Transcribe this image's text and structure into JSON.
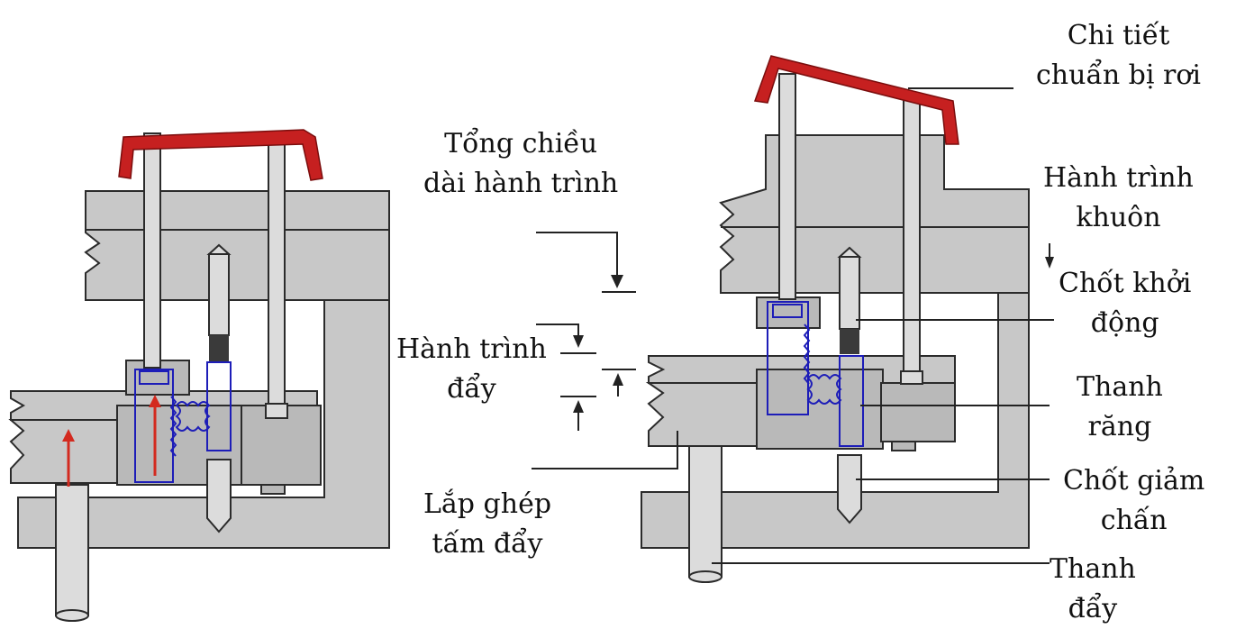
{
  "labels": {
    "falling_part": [
      "Chi tiết",
      "chuẩn bị rơi"
    ],
    "total_stroke": [
      "Tổng chiều",
      "dài hành trình"
    ],
    "mold_stroke": [
      "Hành trình",
      "khuôn"
    ],
    "start_pin": [
      "Chốt khởi",
      "động"
    ],
    "eject_stroke": [
      "Hành trình",
      "đẩy"
    ],
    "rack": [
      "Thanh",
      "răng"
    ],
    "damper_pin": [
      "Chốt giảm",
      "chấn"
    ],
    "plate_assembly": [
      "Lắp  ghép",
      "tấm đẩy"
    ],
    "push_rod": [
      "Thanh",
      "đẩy"
    ]
  },
  "colors": {
    "plate": "#c8c8c8",
    "part": "#c62020",
    "gear": "#1d1db8",
    "arrow": "#d32a1f"
  }
}
